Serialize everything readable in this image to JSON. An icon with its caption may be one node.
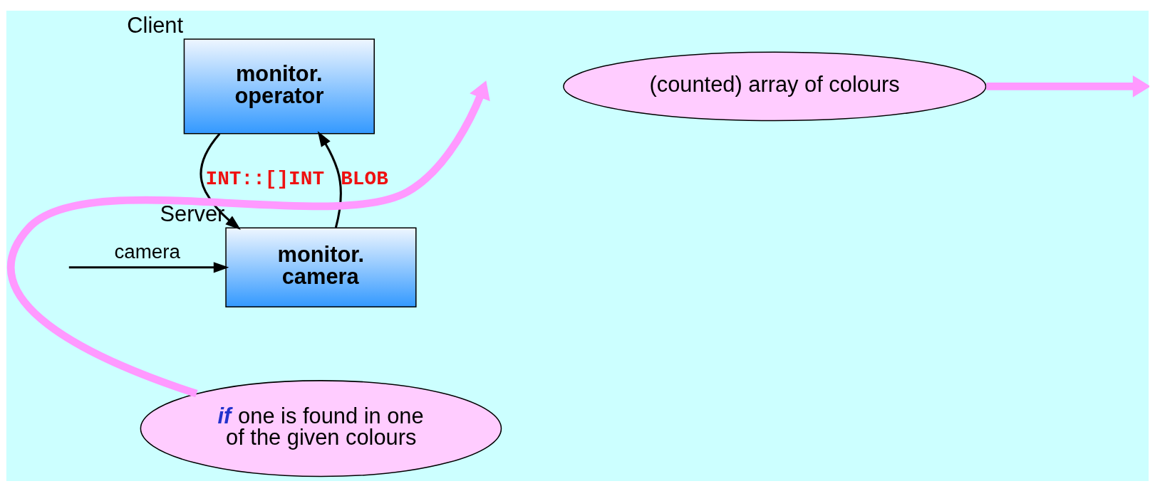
{
  "diagram": {
    "nodes": [
      {
        "text": [
          "monitor. operator"
        ],
        "beside": [
          "Client"
        ]
      },
      {
        "text": [
          "(counted) array of colours"
        ]
      },
      {
        "text": [
          "monitor. camera"
        ],
        "beside": [
          "Server"
        ]
      },
      {
        "text": [
          "*if* one is found in one of the given colours"
        ]
      }
    ],
    "edges": [
      {
        "from": 0,
        "to": 2,
        "arrow": "to",
        "label": "INT::[]INT"
      },
      {
        "from": 2,
        "to": 0,
        "arrow": "to",
        "label": "BLOB"
      },
      {
        "from": null,
        "to": 2,
        "arrow": "to",
        "label": "camera"
      },
      {
        "from": 1,
        "to": null,
        "arrow": "to",
        "style": "thick",
        "color": "#ff99ff"
      },
      {
        "from": 3,
        "to": null,
        "arrow": "to",
        "style": "thick",
        "color": "#ff99ff"
      }
    ]
  }
}
